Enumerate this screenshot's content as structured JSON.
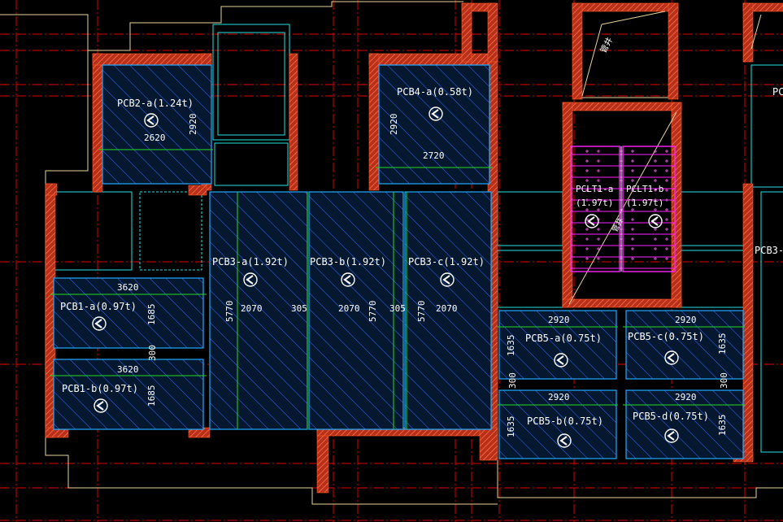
{
  "colors": {
    "background": "#000000",
    "axis_red": "#e00000",
    "wall_fill": "#c8361f",
    "wall_hatch": "#ff6a3d",
    "outline": "#e9d49c",
    "panel_edge": "#22aaff",
    "panel_hatch": "#2f6bff",
    "panel_fill": "#061830",
    "dim_green": "#22dd22",
    "cyan": "#22e3e3",
    "text": "#ffffff",
    "stair_magenta": "#ff22ff"
  },
  "panels": [
    {
      "id": "pcb2a",
      "label": "PCB2-a(1.24t)",
      "dims": [
        "2620",
        "2920"
      ]
    },
    {
      "id": "pcb4a",
      "label": "PCB4-a(0.58t)",
      "dims": [
        "2720",
        "2920"
      ]
    },
    {
      "id": "pcb3a",
      "label": "PCB3-a(1.92t)",
      "dims": [
        "2070",
        "5770"
      ]
    },
    {
      "id": "pcb3b",
      "label": "PCB3-b(1.92t)",
      "dims": [
        "2070",
        "5770"
      ]
    },
    {
      "id": "pcb3c",
      "label": "PCB3-c(1.92t)",
      "dims": [
        "2070",
        "5770"
      ]
    },
    {
      "id": "pcb1a",
      "label": "PCB1-a(0.97t)",
      "dims": [
        "3620",
        "1685"
      ]
    },
    {
      "id": "pcb1b",
      "label": "PCB1-b(0.97t)",
      "dims": [
        "3620",
        "1685"
      ]
    },
    {
      "id": "pcb5a",
      "label": "PCB5-a(0.75t)",
      "dims": [
        "2920",
        "1635"
      ]
    },
    {
      "id": "pcb5c",
      "label": "PCB5-c(0.75t)",
      "dims": [
        "2920",
        "1635"
      ]
    },
    {
      "id": "pcb5b",
      "label": "PCB5-b(0.75t)",
      "dims": [
        "2920",
        "1635"
      ]
    },
    {
      "id": "pcb5d",
      "label": "PCB5-d(0.75t)",
      "dims": [
        "2920",
        "1635"
      ]
    }
  ],
  "gaps": [
    "305",
    "305",
    "300",
    "300",
    "300"
  ],
  "stair": {
    "left": {
      "name": "PCLT1-a",
      "weight": "(1.97t)"
    },
    "right": {
      "name": "PCLT1-b",
      "weight": "(1.97t)"
    },
    "shaft_note": "管井"
  },
  "cropped_labels": {
    "right_top": "PC",
    "right_mid": "PCB3-"
  }
}
